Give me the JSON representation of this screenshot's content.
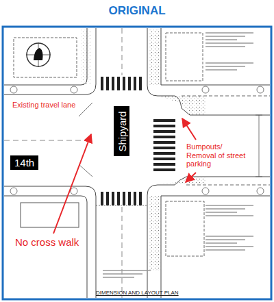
{
  "diagram": {
    "title": "ORIGINAL",
    "nodes": [
      {
        "text": [
          "14th"
        ]
      },
      {
        "text": [
          "Shipyard"
        ]
      }
    ],
    "labels": [
      "Existing travel lane",
      "Bumpouts/ Removal of street parking",
      "No cross walk",
      "DIMENSION AND LAYOUT PLAN"
    ]
  }
}
